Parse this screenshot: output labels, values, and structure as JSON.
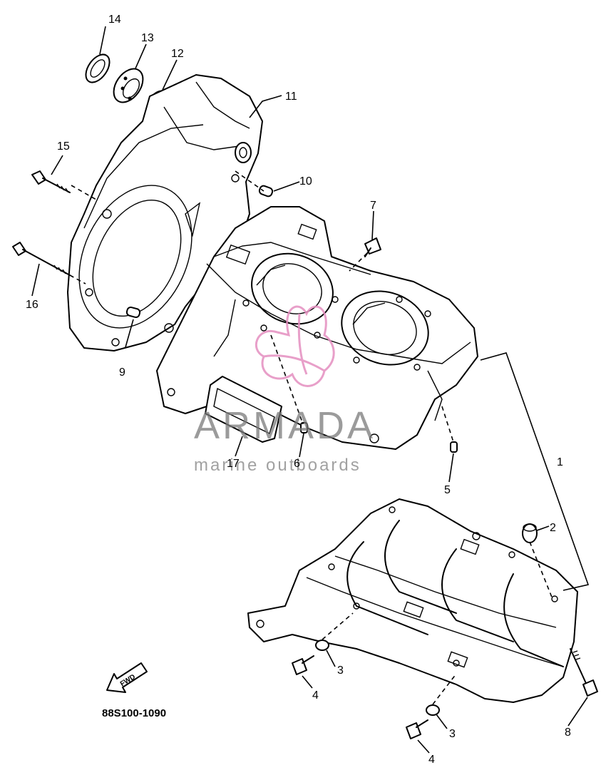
{
  "diagram": {
    "callouts": {
      "c1": "1",
      "c2": "2",
      "c3a": "3",
      "c3b": "3",
      "c4a": "4",
      "c4b": "4",
      "c5": "5",
      "c6": "6",
      "c7": "7",
      "c8": "8",
      "c9": "9",
      "c10": "10",
      "c11": "11",
      "c12": "12",
      "c13": "13",
      "c14": "14",
      "c15": "15",
      "c16": "16",
      "c17": "17"
    },
    "drawing_code": "88S100-1090",
    "fwd_label": "FWD"
  },
  "watermark": {
    "brand": "ARMADA",
    "tagline": "marine outboards",
    "color": "#e58fc0"
  }
}
